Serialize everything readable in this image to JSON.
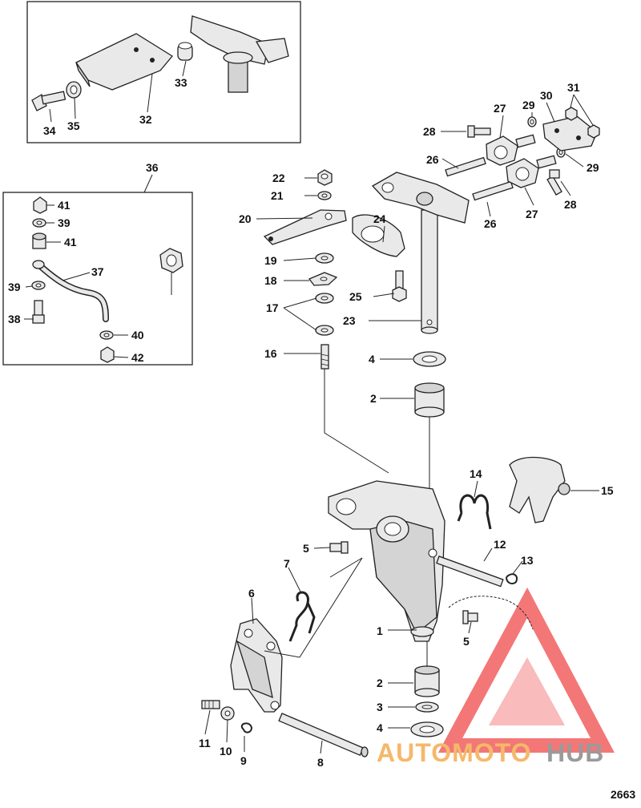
{
  "diagram": {
    "drawing_number": "2663",
    "watermark": {
      "text_a": "AUTOMOTO",
      "text_b": "HUB",
      "color_a": "#f5b86a",
      "color_b": "#9a9a9a",
      "logo_color": "#ef4a4a"
    },
    "labels": [
      "1",
      "2",
      "2",
      "3",
      "4",
      "4",
      "5",
      "5",
      "6",
      "7",
      "8",
      "9",
      "10",
      "11",
      "12",
      "13",
      "14",
      "15",
      "16",
      "17",
      "18",
      "19",
      "20",
      "21",
      "22",
      "23",
      "24",
      "25",
      "26",
      "26",
      "27",
      "27",
      "28",
      "28",
      "29",
      "29",
      "30",
      "31",
      "32",
      "33",
      "34",
      "35",
      "36",
      "37",
      "38",
      "39",
      "39",
      "40",
      "41",
      "41",
      "42"
    ]
  }
}
